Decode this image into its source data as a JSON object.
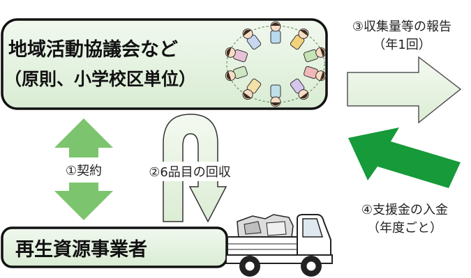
{
  "council_box": {
    "title": "地域活動協議会など",
    "subtitle": "（原則、小学校区単位）"
  },
  "recycler_box": {
    "title": "再生資源事業者"
  },
  "report_arrow": {
    "line1": "③収集量等の報告",
    "line2": "（年1回）"
  },
  "contract_arrow": {
    "label": "①契約"
  },
  "collection_arrow": {
    "label": "②6品目の回収"
  },
  "payment_arrow": {
    "line1": "④支援金の入金",
    "line2": "（年度ごと）"
  },
  "colors": {
    "box_fill": "#e6f3e2",
    "light_green": "#7cc46d",
    "dark_green": "#169a3a",
    "outline": "#111111"
  },
  "icons": {
    "people_ring": "people-ring-illustration",
    "truck": "kei-truck-illustration"
  }
}
